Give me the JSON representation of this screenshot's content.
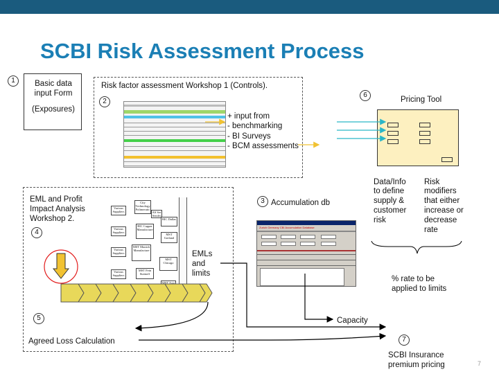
{
  "slide": {
    "title": "SCBI Risk Assessment Process",
    "page_number": "7"
  },
  "steps": {
    "s1": {
      "number": "1",
      "box_line1": "Basic data",
      "box_line2": "input Form",
      "box_line3": "(Exposures)"
    },
    "s2": {
      "number": "2",
      "title": "Risk factor assessment Workshop 1 (Controls).",
      "inputs": [
        "+ input from",
        "- benchmarking",
        "- BI Surveys",
        "- BCM assessments"
      ]
    },
    "s3": {
      "number": "3",
      "label": "Accumulation db",
      "window_title": "Zurich Germany CBI Accumulation Database"
    },
    "s4": {
      "number": "4",
      "title_lines": [
        "EML and Profit",
        "Impact Analysis",
        "Workshop 2."
      ],
      "emls_lines": [
        "EMLs",
        "and",
        "limits"
      ],
      "flow_nodes": [
        "Various Suppliers",
        "City Technology Polimeratic",
        "Various Suppliers",
        "BIC Capper Manufacture",
        "Various Suppliers",
        "MST Munich Manufacture",
        "Various Suppliers",
        "MST Fein Stainoff",
        "AS Ser Sender",
        "BIC Dallas",
        "MST Gotland",
        "MST Chicago",
        "MST Asia"
      ]
    },
    "s5": {
      "number": "5",
      "label": "Agreed Loss Calculation"
    },
    "s6": {
      "number": "6",
      "label": "Pricing Tool"
    },
    "s7": {
      "number": "7",
      "label_lines": [
        "SCBI Insurance",
        "premium pricing"
      ]
    }
  },
  "annotations": {
    "data_info": [
      "Data/Info",
      "to define",
      "supply &",
      "customer",
      "risk"
    ],
    "risk_modifiers": [
      "Risk",
      "modifiers",
      "that either",
      "increase or",
      "decrease",
      "rate"
    ],
    "rate_lines": [
      "% rate to be",
      "applied to limits"
    ],
    "capacity": "Capacity"
  },
  "colors": {
    "topbar": "#1a5b7e",
    "title": "#1b7fb5",
    "pricing_tool_fill": "#fdf0c0",
    "cyan_arrows": "#29b6c8",
    "yellow_arrows": "#f1c232",
    "chevron_fill": "#e8d85a",
    "highlight_circle": "#e21b1b"
  }
}
